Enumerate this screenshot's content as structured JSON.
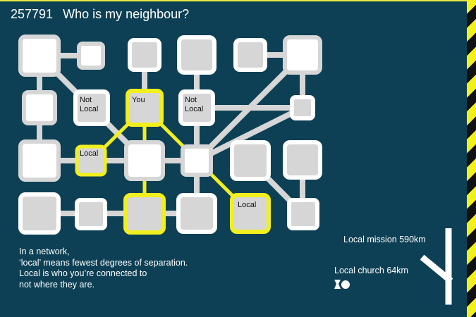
{
  "header": {
    "code": "257791",
    "title": "Who is my neighbour?"
  },
  "caption": {
    "lines": [
      "In a network,",
      "‘local’ means fewest degrees of separation.",
      "Local is who you’re connected to",
      "not where they are."
    ]
  },
  "destinations": {
    "mission": "Local mission 590km",
    "church": "Local church 64km"
  },
  "network": {
    "labels": {
      "you": "You",
      "not_local_a_1": "Not",
      "not_local_a_2": "Local",
      "not_local_b_1": "Not",
      "not_local_b_2": "Local",
      "local_left": "Local",
      "local_right": "Local"
    }
  },
  "colors": {
    "background": "#0d4055",
    "highlight": "#f2ef1e",
    "node_border": "#d6d6d6",
    "node_fill": "#ffffff",
    "node_fill_grey": "#d6d6d6",
    "text_light": "#ffffff"
  },
  "icons": {
    "church": "church-icon",
    "road": "road-fork-icon"
  }
}
